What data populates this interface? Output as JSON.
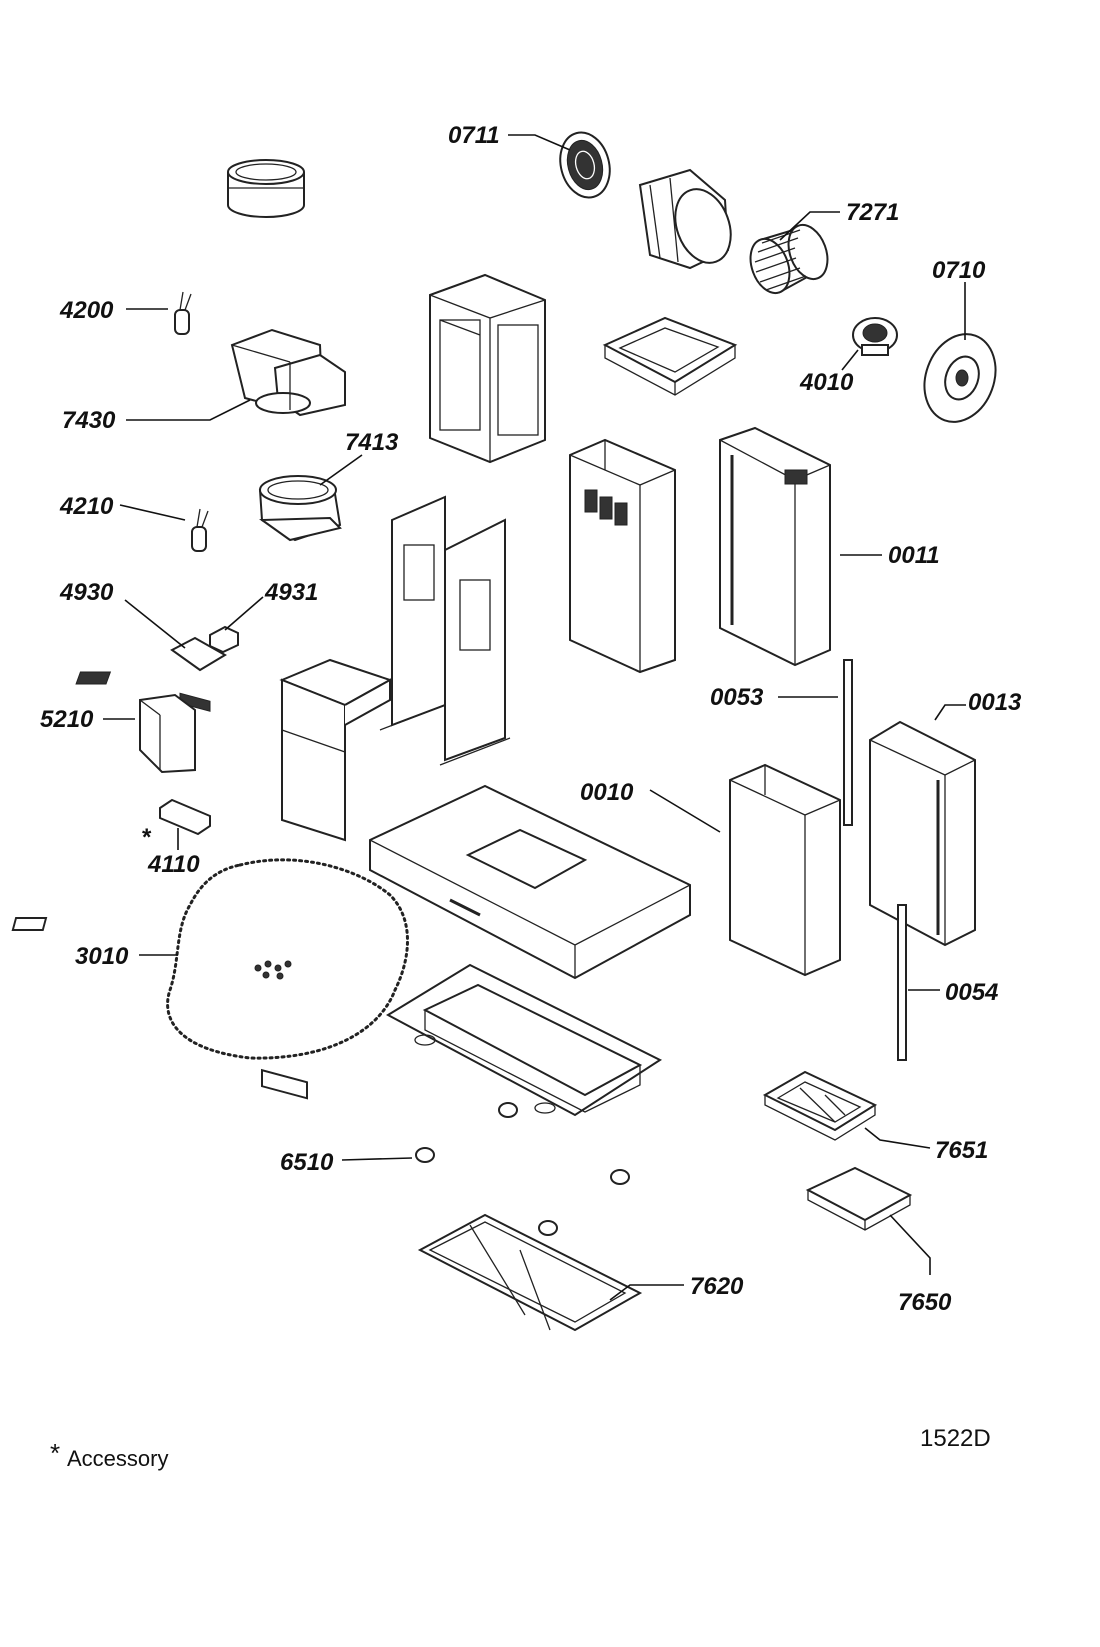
{
  "parts": [
    {
      "key": "p0711",
      "number": "0711"
    },
    {
      "key": "p7271",
      "number": "7271"
    },
    {
      "key": "p0710",
      "number": "0710"
    },
    {
      "key": "p4200",
      "number": "4200"
    },
    {
      "key": "p4010",
      "number": "4010"
    },
    {
      "key": "p7430",
      "number": "7430"
    },
    {
      "key": "p7413",
      "number": "7413"
    },
    {
      "key": "p4210",
      "number": "4210"
    },
    {
      "key": "p0011",
      "number": "0011"
    },
    {
      "key": "p4930",
      "number": "4930"
    },
    {
      "key": "p4931",
      "number": "4931"
    },
    {
      "key": "p0053",
      "number": "0053"
    },
    {
      "key": "p0013",
      "number": "0013"
    },
    {
      "key": "p5210",
      "number": "5210"
    },
    {
      "key": "p0010",
      "number": "0010"
    },
    {
      "key": "p4110",
      "number": "4110"
    },
    {
      "key": "p3010",
      "number": "3010"
    },
    {
      "key": "p0054",
      "number": "0054"
    },
    {
      "key": "p7651",
      "number": "7651"
    },
    {
      "key": "p6510",
      "number": "6510"
    },
    {
      "key": "p7620",
      "number": "7620"
    },
    {
      "key": "p7650",
      "number": "7650"
    }
  ],
  "accessory_marker": "*",
  "footnote": {
    "marker": "*",
    "text": "Accessory"
  },
  "drawing_code": "1522D"
}
